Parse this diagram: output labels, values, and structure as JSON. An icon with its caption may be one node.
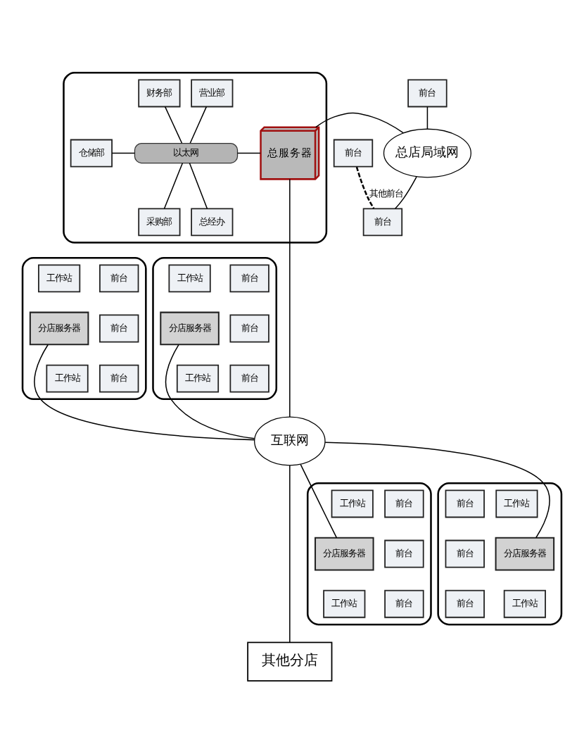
{
  "diagram": {
    "nodes": [
      {
        "text": [],
        "shape": "box"
      },
      {
        "text": [
          "财务部"
        ],
        "in": 0
      },
      {
        "text": [
          "营业部"
        ],
        "in": 0
      },
      {
        "text": [
          "总服务器"
        ],
        "in": 0
      },
      {
        "text": [
          "仓储部"
        ],
        "in": 0
      },
      {
        "text": [
          "以太网"
        ],
        "in": 0
      },
      {
        "text": [
          "总经办"
        ],
        "in": 0
      },
      {
        "text": [
          "采购部"
        ],
        "in": 0
      },
      {
        "text": [
          "前台"
        ]
      },
      {
        "text": [
          "总店局域网"
        ]
      },
      {
        "text": [
          "前台"
        ]
      },
      {
        "text": [
          "前台"
        ]
      },
      {
        "text": [],
        "shape": "box"
      },
      {
        "text": [
          "前台"
        ],
        "in": 12
      },
      {
        "text": [
          "工作站"
        ],
        "in": 12
      },
      {
        "text": [
          "前台"
        ],
        "in": 12
      },
      {
        "text": [
          "分店服务器"
        ],
        "in": 12
      },
      {
        "text": [
          "前台"
        ],
        "in": 12
      },
      {
        "text": [
          "工作站"
        ],
        "in": 12
      },
      {
        "text": [],
        "shape": "box"
      },
      {
        "text": [
          "工作站"
        ],
        "in": 19
      },
      {
        "text": [
          "前台"
        ],
        "in": 19
      },
      {
        "text": [
          "分店服务器"
        ],
        "in": 19
      },
      {
        "text": [
          "前台"
        ],
        "in": 19
      },
      {
        "text": [
          "工作站"
        ],
        "in": 19
      },
      {
        "text": [
          "前台"
        ],
        "in": 19
      },
      {
        "text": [
          "互联网"
        ]
      },
      {
        "text": [],
        "shape": "box"
      },
      {
        "text": [
          "前台"
        ],
        "in": 27
      },
      {
        "text": [
          "工作站"
        ],
        "in": 27
      },
      {
        "text": [
          "前台"
        ],
        "in": 27
      },
      {
        "text": [
          "分店服务器"
        ],
        "in": 27
      },
      {
        "text": [
          "前台"
        ],
        "in": 27
      },
      {
        "text": [
          "工作站"
        ],
        "in": 27
      },
      {
        "text": [],
        "shape": "box"
      },
      {
        "text": [
          "工作站"
        ],
        "in": 34
      },
      {
        "text": [
          "前台"
        ],
        "in": 34
      },
      {
        "text": [
          "分店服务器"
        ],
        "in": 34
      },
      {
        "text": [
          "前台"
        ],
        "in": 34
      },
      {
        "text": [
          "工作站"
        ],
        "in": 34
      },
      {
        "text": [
          "前台"
        ],
        "in": 34
      },
      {
        "text": [
          "其他分店"
        ]
      }
    ],
    "edges": [
      {
        "from": 1,
        "to": 5,
        "arrow": "none"
      },
      {
        "from": 2,
        "to": 5,
        "arrow": "none"
      },
      {
        "from": 4,
        "to": 5,
        "arrow": "none"
      },
      {
        "from": 5,
        "to": 3,
        "arrow": "none"
      },
      {
        "from": 5,
        "to": 6,
        "arrow": "none"
      },
      {
        "from": 5,
        "to": 7,
        "arrow": "none"
      },
      {
        "from": 3,
        "to": 9,
        "arrow": "none"
      },
      {
        "from": 8,
        "to": 9,
        "arrow": "none"
      },
      {
        "from": 9,
        "to": 11,
        "arrow": "none"
      },
      {
        "from": 10,
        "to": 11,
        "arrow": "none",
        "style": "dashed",
        "label": "其他前台"
      },
      {
        "from": 3,
        "to": 26,
        "arrow": "none"
      },
      {
        "from": 16,
        "to": 26,
        "arrow": "none"
      },
      {
        "from": 22,
        "to": 26,
        "arrow": "none"
      },
      {
        "from": 26,
        "to": 31,
        "arrow": "none"
      },
      {
        "from": 26,
        "to": 37,
        "arrow": "none"
      },
      {
        "from": 26,
        "to": 41,
        "arrow": "none"
      }
    ]
  }
}
